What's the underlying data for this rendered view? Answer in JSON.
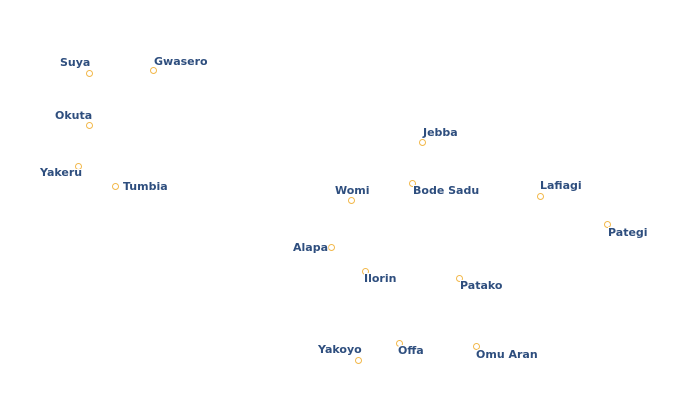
{
  "map": {
    "places": [
      {
        "id": "suya",
        "name": "Suya"
      },
      {
        "id": "gwasero",
        "name": "Gwasero"
      },
      {
        "id": "okuta",
        "name": "Okuta"
      },
      {
        "id": "yakeru",
        "name": "Yakeru"
      },
      {
        "id": "tumbia",
        "name": "Tumbia"
      },
      {
        "id": "jebba",
        "name": "Jebba"
      },
      {
        "id": "womi",
        "name": "Womi"
      },
      {
        "id": "bode-sadu",
        "name": "Bode Sadu"
      },
      {
        "id": "lafiagi",
        "name": "Lafiagi"
      },
      {
        "id": "pategi",
        "name": "Pategi"
      },
      {
        "id": "alapa",
        "name": "Alapa"
      },
      {
        "id": "ilorin",
        "name": "Ilorin"
      },
      {
        "id": "patako",
        "name": "Patako"
      },
      {
        "id": "yakoyo",
        "name": "Yakoyo"
      },
      {
        "id": "offa",
        "name": "Offa"
      },
      {
        "id": "omu-aran",
        "name": "Omu Aran"
      }
    ],
    "colors": {
      "label_text": "#2e4e7e",
      "label_halo": "#ffffff",
      "marker_ring": "#f2b84b",
      "background": "#ffffff"
    }
  }
}
